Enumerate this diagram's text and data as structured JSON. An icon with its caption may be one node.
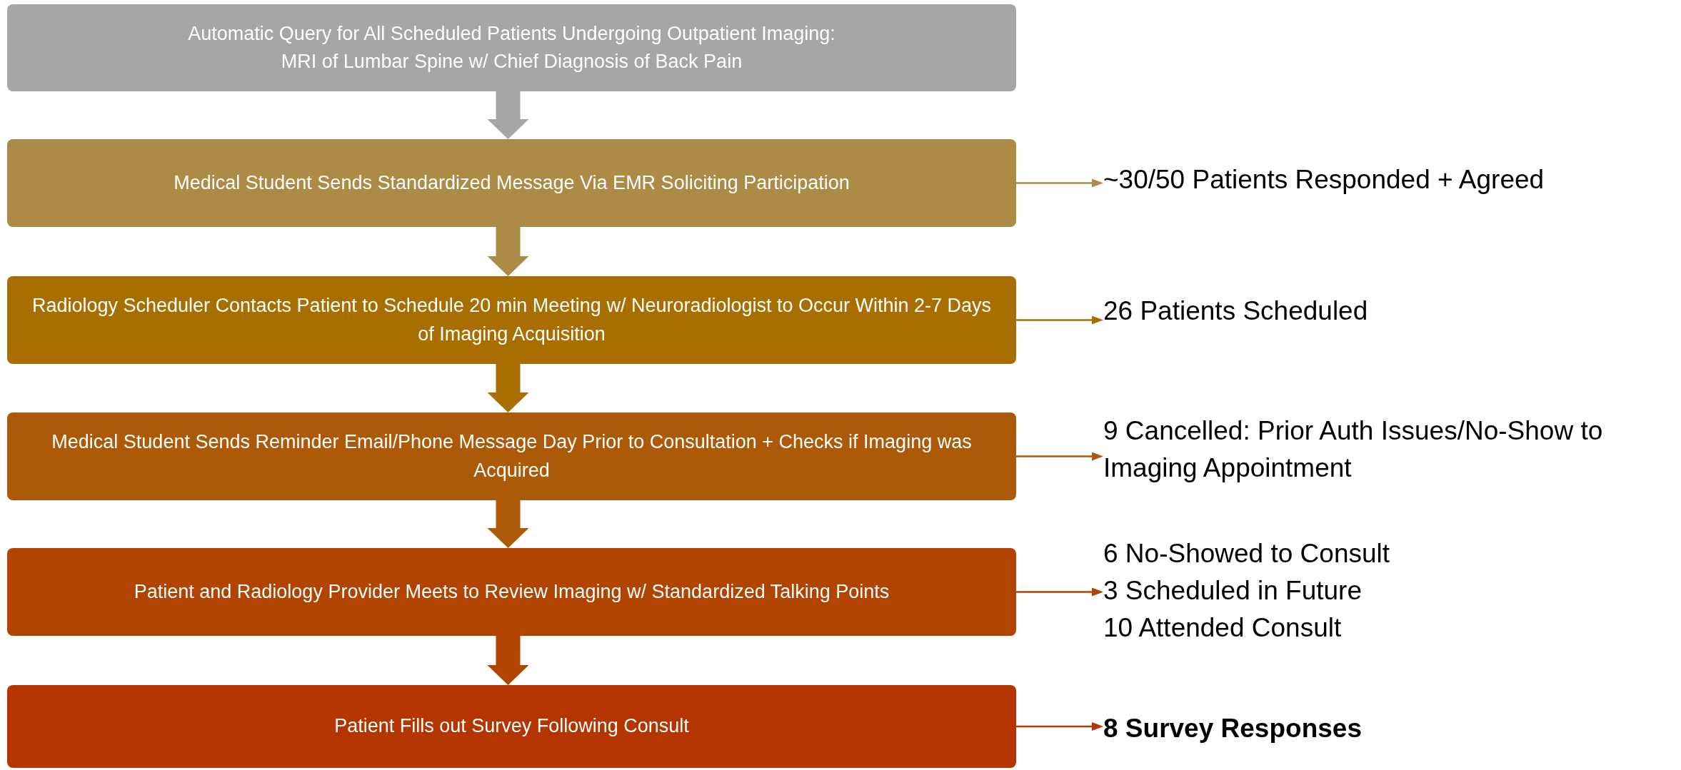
{
  "diagram": {
    "nodes": [
      {
        "text": [
          "Automatic Query for All Scheduled Patients Undergoing Outpatient Imaging:",
          "MRI of Lumbar Spine w/ Chief Diagnosis of Back Pain"
        ]
      },
      {
        "text": [
          "Medical Student Sends Standardized Message Via EMR Soliciting Participation"
        ]
      },
      {
        "text": [
          "Radiology Scheduler Contacts Patient to Schedule 20 min Meeting w/ Neuroradiologist to Occur Within 2-7 Days of Imaging Acquisition"
        ]
      },
      {
        "text": [
          "Medical Student Sends Reminder Email/Phone Message Day Prior to Consultation + Checks if Imaging was Acquired"
        ]
      },
      {
        "text": [
          "Patient and Radiology Provider Meets to Review Imaging w/ Standardized Talking Points"
        ]
      },
      {
        "text": [
          "Patient Fills out Survey Following Consult"
        ]
      },
      {
        "text": [
          "~30/50 Patients Responded + Agreed"
        ]
      },
      {
        "text": [
          "26 Patients Scheduled"
        ]
      },
      {
        "text": [
          "9 Cancelled: Prior Auth Issues/No-Show to Imaging Appointment"
        ]
      },
      {
        "text": [
          "6 No-Showed to Consult",
          "3 Scheduled in Future",
          "10 Attended Consult"
        ]
      },
      {
        "text": [
          "8 Survey Responses"
        ]
      }
    ],
    "edges": [
      {
        "from": 0,
        "to": 1,
        "arrow": "to",
        "style": "thick",
        "color": "#a6a6a6"
      },
      {
        "from": 1,
        "to": 2,
        "arrow": "to",
        "style": "thick",
        "color": "#ab8b45"
      },
      {
        "from": 2,
        "to": 3,
        "arrow": "to",
        "style": "thick",
        "color": "#a86f00"
      },
      {
        "from": 3,
        "to": 4,
        "arrow": "to",
        "style": "thick",
        "color": "#ac5a08"
      },
      {
        "from": 4,
        "to": 5,
        "arrow": "to",
        "style": "thick",
        "color": "#b04400"
      },
      {
        "from": 1,
        "to": 6,
        "arrow": "to",
        "color": "#ab8b45"
      },
      {
        "from": 2,
        "to": 7,
        "arrow": "to",
        "color": "#a86f00"
      },
      {
        "from": 3,
        "to": 8,
        "arrow": "to",
        "color": "#ac5a08"
      },
      {
        "from": 4,
        "to": 9,
        "arrow": "to",
        "color": "#b04400"
      },
      {
        "from": 5,
        "to": 10,
        "arrow": "to",
        "color": "#b53500"
      }
    ]
  }
}
